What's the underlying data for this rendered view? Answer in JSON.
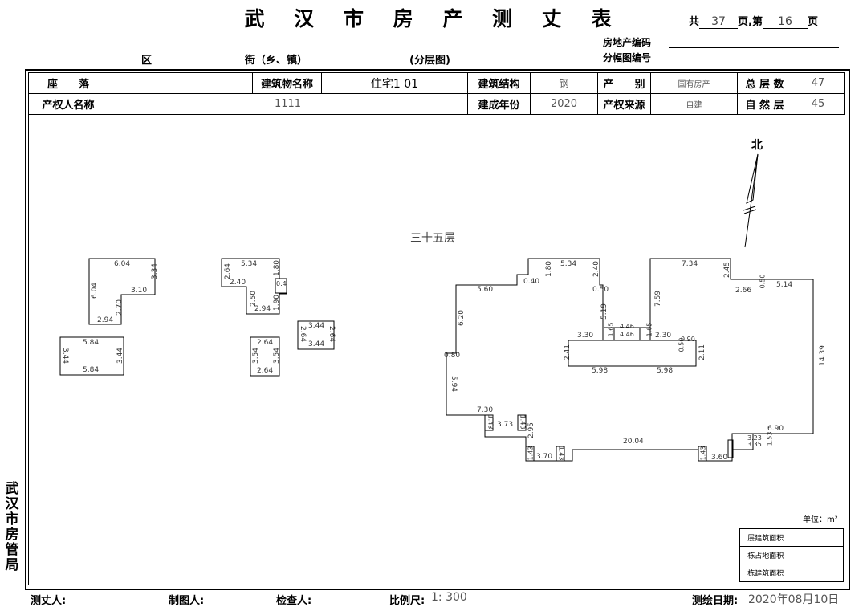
{
  "title": "武 汉 市 房 产 测 丈 表",
  "pages": {
    "total_prefix": "共",
    "total": "37",
    "total_suffix": "页,第",
    "current": "16",
    "current_suffix": "页"
  },
  "codes": {
    "property_code_label": "房地产编码",
    "sheet_code_label": "分幅图编号"
  },
  "subheader": {
    "district": "区",
    "street": "街（乡、镇）",
    "plan_type": "(分层图)"
  },
  "info": {
    "location_label": "座　　落",
    "location_value": "",
    "building_name_label": "建筑物名称",
    "building_name_value": "住宅1 01",
    "structure_label": "建筑结构",
    "structure_value": "钢",
    "category_label": "产　　别",
    "category_value": "国有房产",
    "total_floors_label": "总 层 数",
    "total_floors_value": "47",
    "owner_label": "产权人名称",
    "owner_value": "1111",
    "year_label": "建成年份",
    "year_value": "2020",
    "source_label": "产权来源",
    "source_value": "自建",
    "natural_floor_label": "自 然 层",
    "natural_floor_value": "45"
  },
  "north_label": "北",
  "floor_label": "三十五层",
  "unit_label": "单位：m²",
  "area_table": [
    "层建筑面积",
    "栋占地面积",
    "栋建筑面积"
  ],
  "side_label": [
    "武",
    "汉",
    "市",
    "房",
    "管",
    "局"
  ],
  "footer": {
    "surveyor": "测丈人:",
    "drafter": "制图人:",
    "checker": "检查人:",
    "scale_label": "比例尺:",
    "scale_value": "1: 300",
    "date_label": "测绘日期:",
    "date_value": "2020年08月10日"
  },
  "dims": {
    "a1": "6.04",
    "a2": "3.34",
    "a3": "3.10",
    "a4": "6.04",
    "a5": "2.70",
    "a6": "2.94",
    "b1": "5.34",
    "b2": "2.64",
    "b3": "2.40",
    "b4": "1.80",
    "b5": "2.50",
    "b6": "2.94",
    "b7": "1.90",
    "b8": "0.4",
    "c1": "5.84",
    "c2": "3.44",
    "c3": "3.44",
    "c4": "5.84",
    "d1": "2.64",
    "d2": "3.54",
    "d3": "3.54",
    "d4": "2.64",
    "e1": "3.44",
    "e2": "2.64",
    "e3": "2.64",
    "e4": "3.44",
    "f1": "5.60",
    "f2": "0.40",
    "f3": "1.80",
    "f4": "5.34",
    "f5": "2.40",
    "f6": "0.50",
    "f7": "7.34",
    "f8": "2.45",
    "f9": "2.66",
    "f10": "0.50",
    "f11": "5.14",
    "f12": "6.20",
    "f13": "0.80",
    "f14": "5.94",
    "f15": "7.30",
    "f16": "1.43",
    "f17": "3.73",
    "f18": "1.43",
    "f19": "2.95",
    "f20": "1.43",
    "f21": "3.70",
    "f22": "1.43",
    "f23": "20.04",
    "f24": "1.43",
    "f25": "3.60",
    "f26": "6.90",
    "f27": "3.23",
    "f28": "3.35",
    "f29": "1.53",
    "f30": "14.39",
    "f31": "7.59",
    "f32": "5.19",
    "f33": "1.65",
    "f34": "4.46",
    "f35": "4.46",
    "f36": "1.65",
    "f37": "3.30",
    "f38": "2.30",
    "f39": "0.90",
    "f40": "2.41",
    "f41": "5.98",
    "f42": "5.98",
    "f43": "2.11",
    "f44": "0.50"
  }
}
